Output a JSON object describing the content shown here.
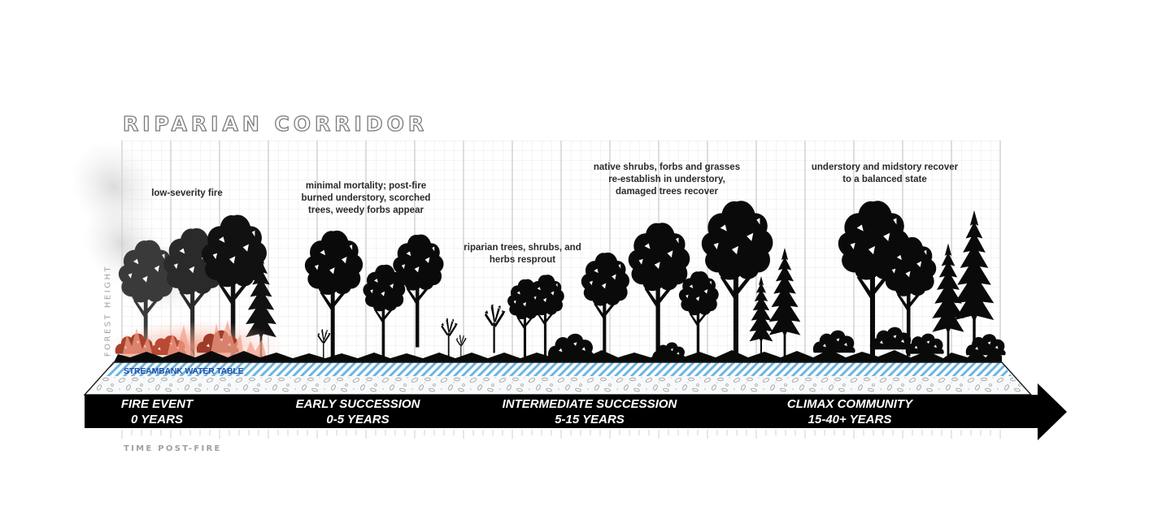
{
  "title": "RIPARIAN CORRIDOR",
  "axes": {
    "y_label": "FOREST HEIGHT",
    "x_label": "TIME POST-FIRE"
  },
  "water_table_label": "STREAMBANK WATER TABLE",
  "annotations": [
    {
      "id": "fire",
      "text": "low-severity fire"
    },
    {
      "id": "early",
      "text": "minimal mortality; post-fire\nburned understory, scorched\ntrees, weedy forbs appear"
    },
    {
      "id": "intermediate",
      "text": "riparian trees, shrubs, and\nherbs resprout"
    },
    {
      "id": "native",
      "text": "native shrubs, forbs and grasses\nre-establish in understory,\ndamaged trees recover"
    },
    {
      "id": "climax",
      "text": "understory and midstory recover\nto a balanced state"
    }
  ],
  "stages": [
    {
      "name": "FIRE EVENT",
      "years": "0 YEARS"
    },
    {
      "name": "EARLY SUCCESSION",
      "years": "0-5 YEARS"
    },
    {
      "name": "INTERMEDIATE SUCCESSION",
      "years": "5-15 YEARS"
    },
    {
      "name": "CLIMAX COMMUNITY",
      "years": "15-40+ YEARS"
    }
  ],
  "colors": {
    "grid_minor": "#e6e6e6",
    "grid_major": "#cfcfcf",
    "tree": "#0a0a0a",
    "fire": "#c8553a",
    "fire_glow": "#f2a48c",
    "water_hatch": "#5aaee0",
    "water_label": "#1f4fa8",
    "arrow": "#000000",
    "smoke": "#dcdcdc"
  }
}
